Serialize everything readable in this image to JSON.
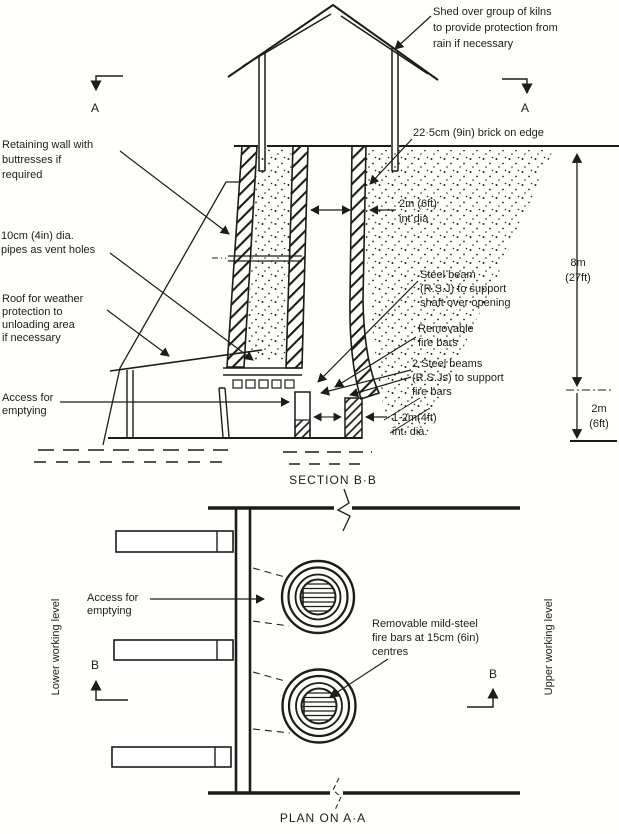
{
  "drawing": {
    "section": {
      "title": "SECTION B·B",
      "marker_a": "A",
      "labels": {
        "shed": [
          "Shed over group of kilns",
          "to provide protection from",
          "rain if necessary"
        ],
        "brick": "22·5cm (9in) brick on edge",
        "int_dia_top": [
          "2m (6ft)",
          "int dia"
        ],
        "retaining_wall": [
          "Retaining wall with",
          "buttresses if",
          "required"
        ],
        "vent_pipes": [
          "10cm (4in) dia.",
          "pipes as vent holes"
        ],
        "roof_weather": [
          "Roof for weather",
          "protection to",
          "unloading area",
          "if necessary"
        ],
        "access": [
          "Access for",
          "emptying"
        ],
        "steel_beam": [
          "Steel beam",
          "(R.S.J) to support",
          "shaft over opening"
        ],
        "removable_bars": [
          "Removable",
          "fire bars"
        ],
        "steel_beams_2": [
          "2 Steel beams",
          "(R.S.Js) to support",
          "fire bars"
        ],
        "int_dia_bottom": [
          "1·2m(4ft)",
          "int. dia."
        ],
        "dim_8m": [
          "8m",
          "(27ft)"
        ],
        "dim_2m": [
          "2m",
          "(6ft)"
        ]
      }
    },
    "plan": {
      "title": "PLAN ON A·A",
      "marker_b": "B",
      "labels": {
        "access": [
          "Access for",
          "emptying"
        ],
        "fire_bars": [
          "Removable mild-steel",
          "fire bars at 15cm (6in)",
          "centres"
        ],
        "lower_level": "Lower working level",
        "upper_level": "Upper working level"
      }
    },
    "colors": {
      "ink": "#1c1c1c",
      "paper": "#ffffff"
    }
  }
}
